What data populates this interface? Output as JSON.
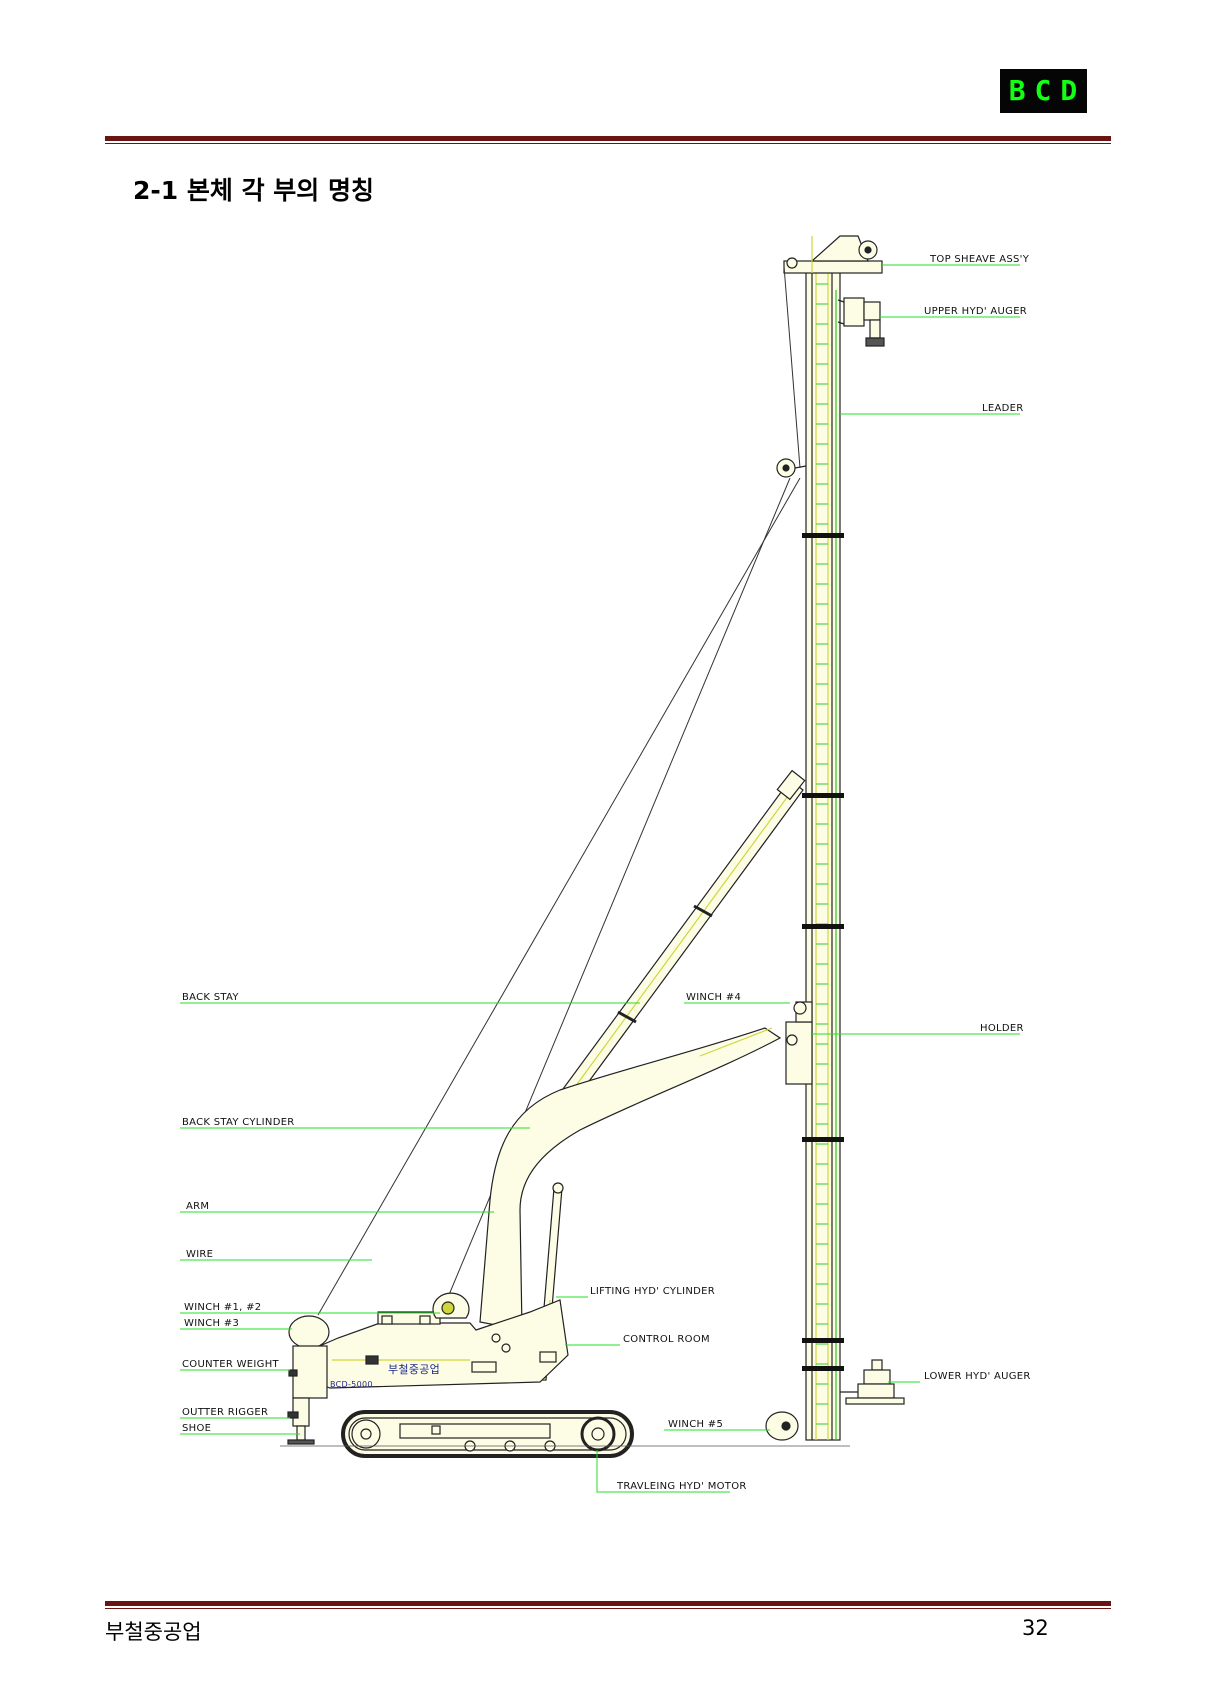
{
  "header": {
    "logo_text": "BCD",
    "logo_bg": "#050505",
    "logo_color": "#13ff13",
    "rule_color": "#6b1414"
  },
  "section_title": "2-1 본체 각 부의 명칭",
  "diagram": {
    "leader_color": "#24e024",
    "labels": {
      "top_sheave": "TOP SHEAVE ASS'Y",
      "upper_auger": "UPPER HYD' AUGER",
      "leader": "LEADER",
      "back_stay": "BACK STAY",
      "winch4": "WINCH #4",
      "holder": "HOLDER",
      "back_stay_cylinder": "BACK STAY CYLINDER",
      "arm": "ARM",
      "wire": "WIRE",
      "lifting_cylinder": "LIFTING HYD' CYLINDER",
      "winch12": "WINCH #1, #2",
      "winch3": "WINCH #3",
      "control_room": "CONTROL ROOM",
      "counter_weight": "COUNTER WEIGHT",
      "lower_auger": "LOWER HYD' AUGER",
      "outter_rigger": "OUTTER RIGGER",
      "shoe": "SHOE",
      "winch5": "WINCH #5",
      "travel_motor": "TRAVLEING HYD' MOTOR",
      "body_brand": "부철중공업",
      "body_model": "BCD-5000"
    }
  },
  "footer": {
    "company": "부철중공업",
    "page_number": "32"
  }
}
